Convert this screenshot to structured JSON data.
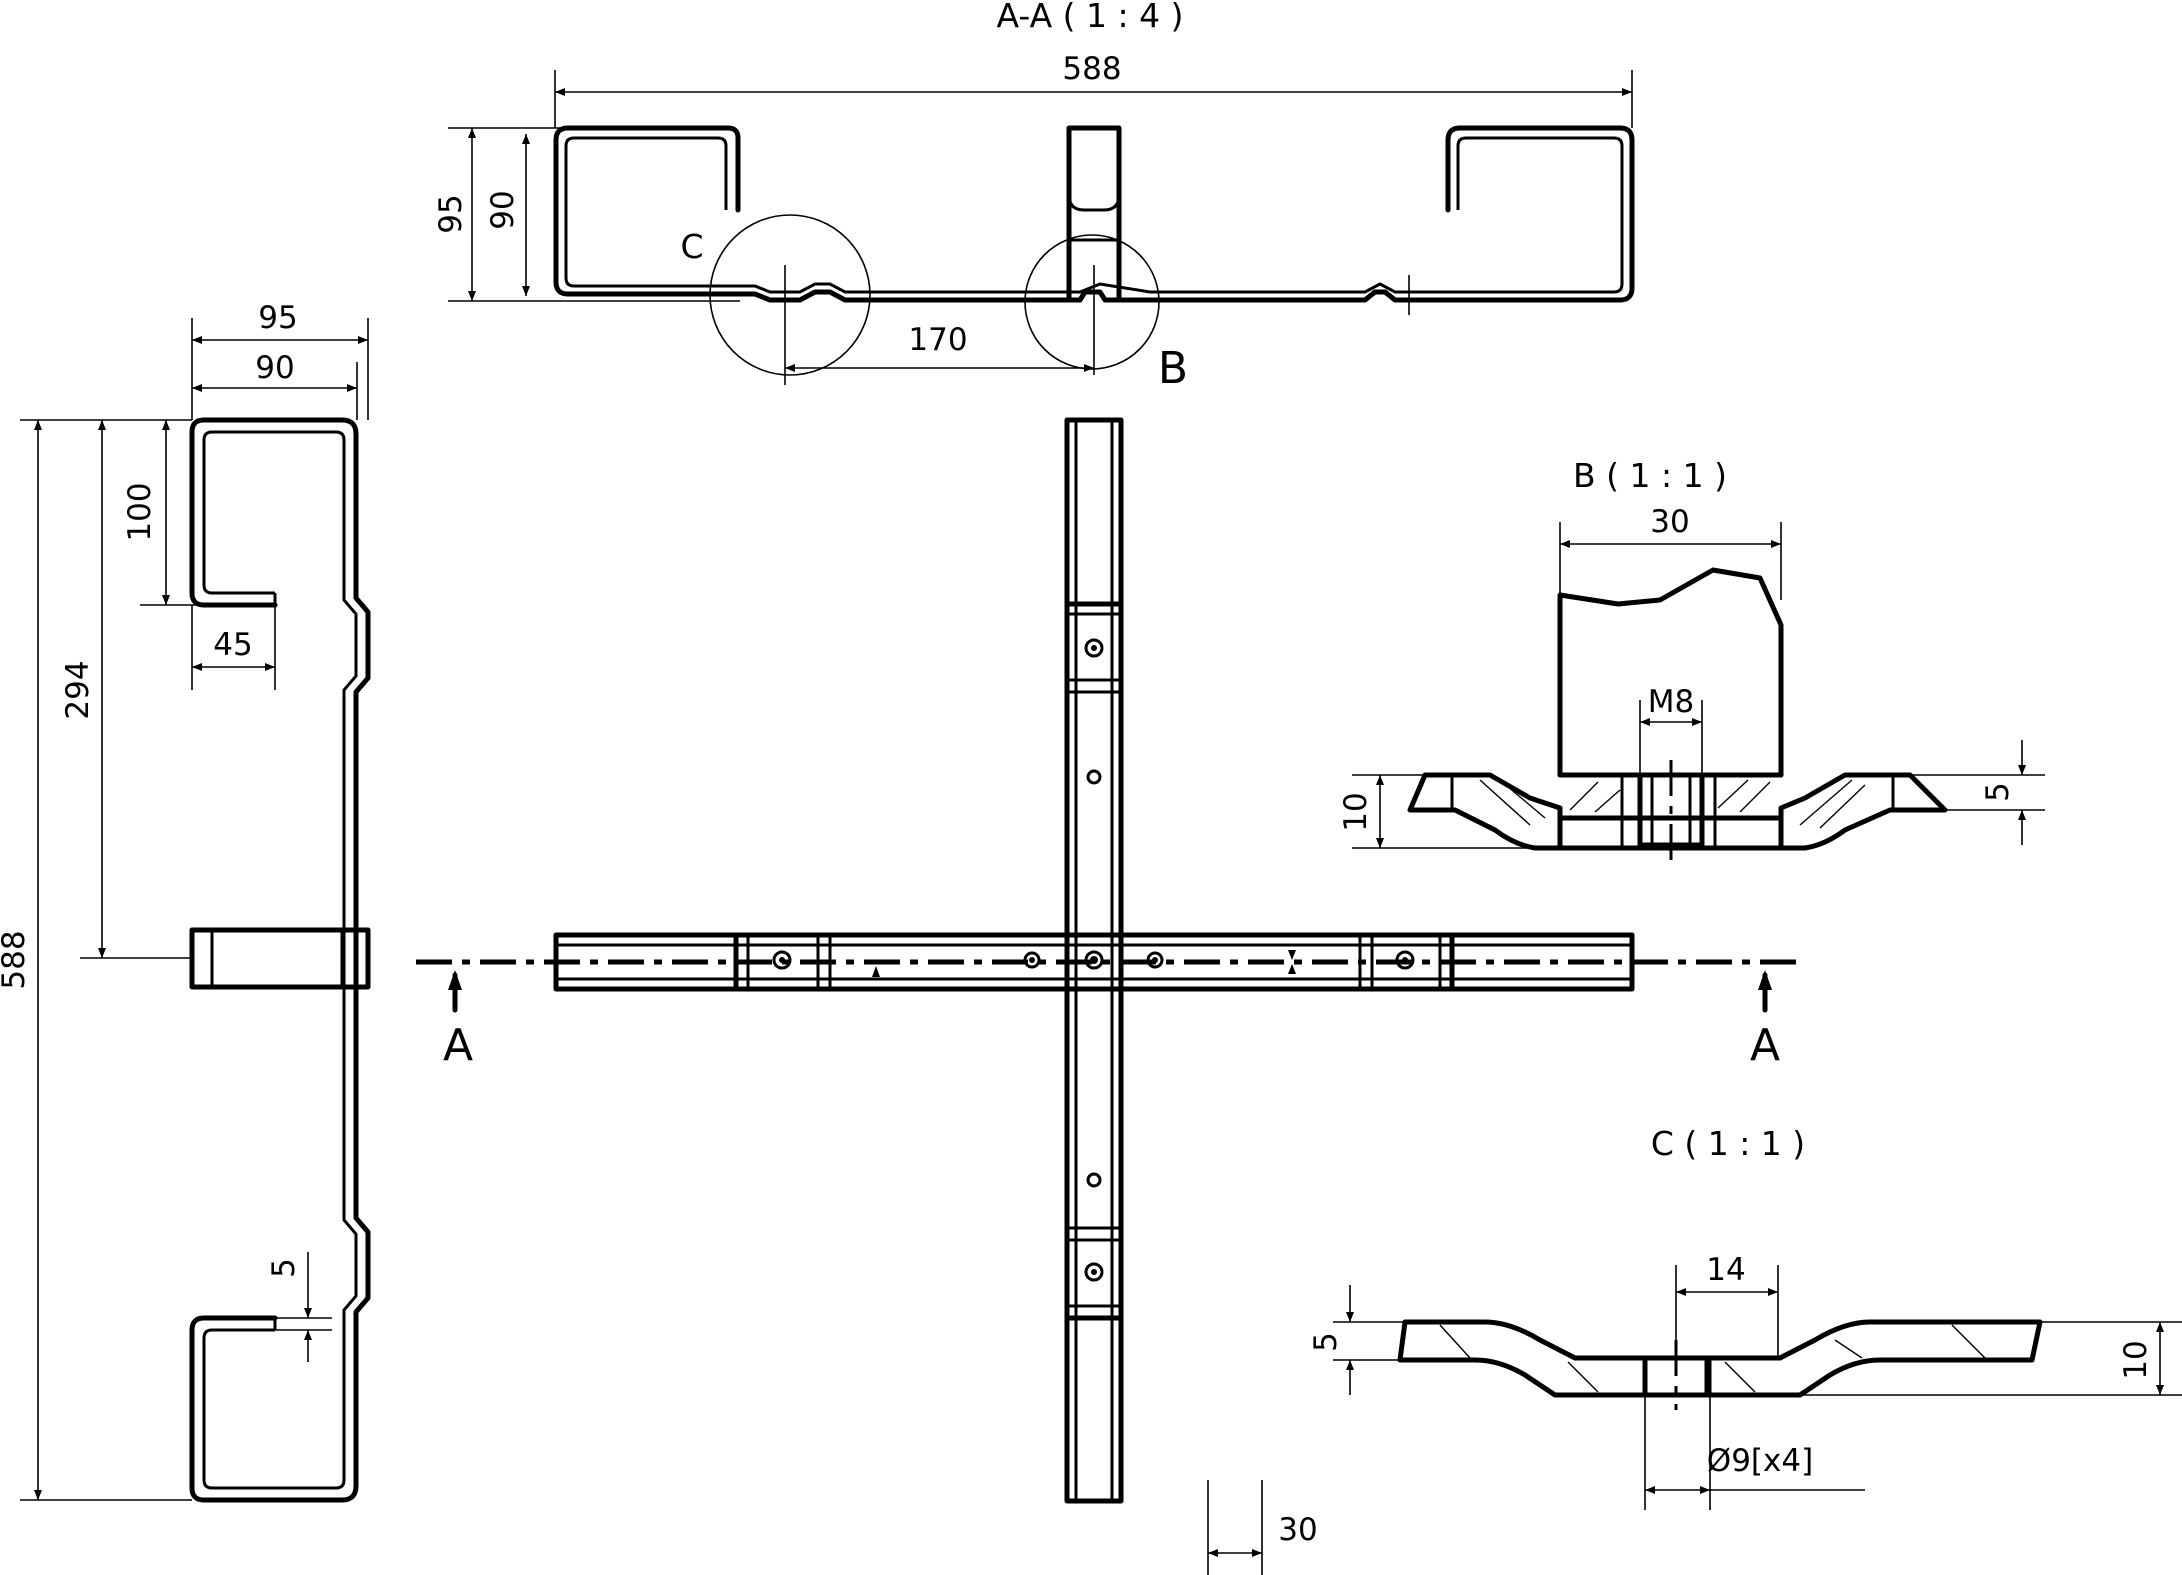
{
  "views": {
    "section_aa": {
      "title": "A-A ( 1 : 4 )",
      "dims": {
        "width": "588",
        "height_outer": "95",
        "height_inner": "90",
        "spacing": "170"
      },
      "detail_labels": {
        "c": "C",
        "b": "B"
      }
    },
    "side": {
      "dims": {
        "width_outer": "95",
        "width_inner": "90",
        "hook_height": "100",
        "hook_length": "45",
        "to_center": "294",
        "total_length": "588",
        "offset": "5"
      }
    },
    "plan": {
      "section_labels": {
        "left": "A",
        "right": "A"
      },
      "dims": {
        "flange": "30"
      }
    },
    "detail_b": {
      "title": "B ( 1 : 1 )",
      "dims": {
        "width": "30",
        "thread": "M8",
        "thickness": "10",
        "offset": "5"
      }
    },
    "detail_c": {
      "title": "C ( 1 : 1 )",
      "dims": {
        "width": "14",
        "offset": "5",
        "thickness": "10",
        "hole": "Ø9[x4]"
      }
    }
  }
}
